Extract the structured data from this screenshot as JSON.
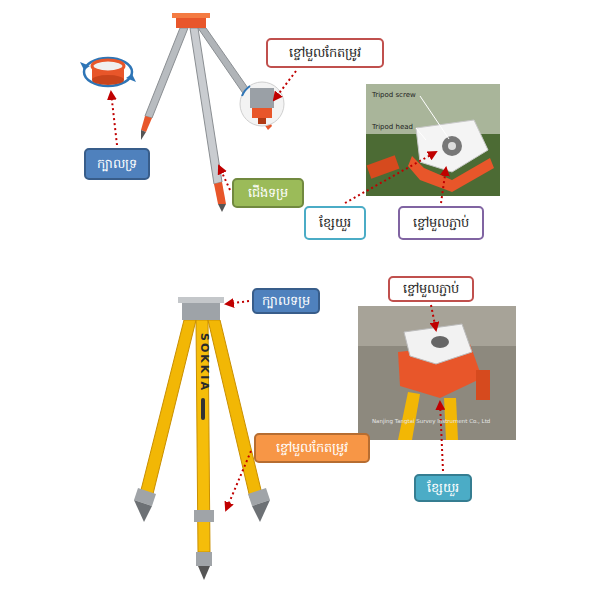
{
  "diagram": {
    "nodes": [
      {
        "text": [
          "ក្បាលទ្រ"
        ]
      },
      {
        "text": [
          "ខ្ចៅមួលកែតម្រូវ"
        ]
      },
      {
        "text": [
          "ជើងទម្រ"
        ]
      },
      {
        "text": [
          "ខ្សែយួរ"
        ]
      },
      {
        "text": [
          "ខ្ចៅមួលភ្ជាប់"
        ]
      },
      {
        "text": [
          "ក្បាលទម្រ"
        ]
      },
      {
        "text": [
          "ខ្ចៅមួលកែតម្រូវ"
        ]
      },
      {
        "text": [
          "ខ្ចៅមួលភ្ជាប់"
        ]
      },
      {
        "text": [
          "ខ្សែយួរ"
        ]
      }
    ],
    "labels": [
      "Tripod screw",
      "Tripod head",
      "SOKKIA",
      "Nanjing Tangtai Survey Instrument Co., Ltd"
    ]
  }
}
